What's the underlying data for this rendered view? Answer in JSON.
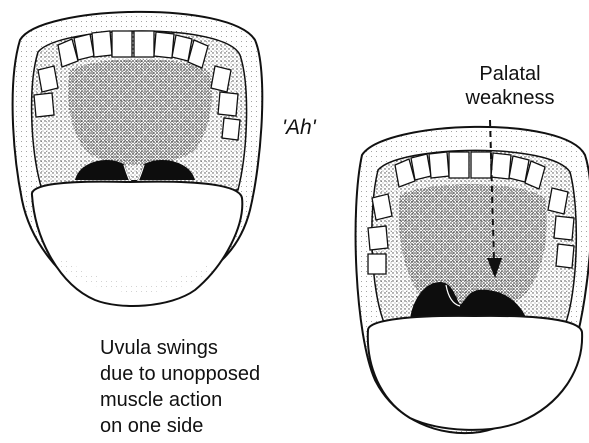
{
  "labels": {
    "ah": "'Ah'",
    "palatal": [
      "Palatal",
      "weakness"
    ],
    "uvula": [
      "Uvula swings",
      "due to unopposed",
      "muscle action",
      "on one side"
    ]
  },
  "colors": {
    "ink": "#111111",
    "fill_dark": "#0d0d0d",
    "stipple": "#444444",
    "paper": "#ffffff"
  }
}
